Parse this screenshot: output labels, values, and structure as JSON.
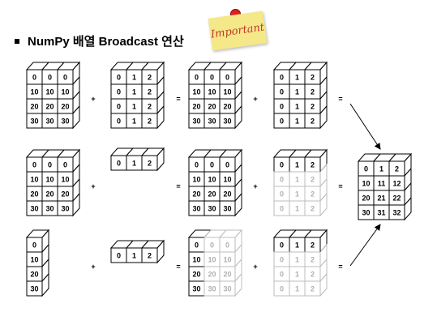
{
  "title": "NumPy 배열 Broadcast 연산",
  "sticky_note": {
    "text": "Important",
    "color": "#f4e889",
    "text_color": "#c0392b",
    "pin_color": "#e02020"
  },
  "ops": {
    "plus": "+",
    "equals": "="
  },
  "rows": [
    {
      "a": [
        [
          "0",
          "0",
          "0"
        ],
        [
          "10",
          "10",
          "10"
        ],
        [
          "20",
          "20",
          "20"
        ],
        [
          "30",
          "30",
          "30"
        ]
      ],
      "b": [
        [
          "0",
          "1",
          "2"
        ],
        [
          "0",
          "1",
          "2"
        ],
        [
          "0",
          "1",
          "2"
        ],
        [
          "0",
          "1",
          "2"
        ]
      ],
      "a_ext": [
        [
          "0",
          "0",
          "0"
        ],
        [
          "10",
          "10",
          "10"
        ],
        [
          "20",
          "20",
          "20"
        ],
        [
          "30",
          "30",
          "30"
        ]
      ],
      "b_ext": [
        [
          "0",
          "1",
          "2"
        ],
        [
          "0",
          "1",
          "2"
        ],
        [
          "0",
          "1",
          "2"
        ],
        [
          "0",
          "1",
          "2"
        ]
      ]
    },
    {
      "a": [
        [
          "0",
          "0",
          "0"
        ],
        [
          "10",
          "10",
          "10"
        ],
        [
          "20",
          "20",
          "20"
        ],
        [
          "30",
          "30",
          "30"
        ]
      ],
      "b": [
        [
          "0",
          "1",
          "2"
        ]
      ],
      "a_ext": [
        [
          "0",
          "0",
          "0"
        ],
        [
          "10",
          "10",
          "10"
        ],
        [
          "20",
          "20",
          "20"
        ],
        [
          "30",
          "30",
          "30"
        ]
      ],
      "b_ext": [
        [
          "0",
          "1",
          "2"
        ],
        [
          "0",
          "1",
          "2"
        ],
        [
          "0",
          "1",
          "2"
        ],
        [
          "0",
          "1",
          "2"
        ]
      ]
    },
    {
      "a": [
        [
          "0"
        ],
        [
          "10"
        ],
        [
          "20"
        ],
        [
          "30"
        ]
      ],
      "b": [
        [
          "0",
          "1",
          "2"
        ]
      ],
      "a_ext": [
        [
          "0",
          "0",
          "0"
        ],
        [
          "10",
          "10",
          "10"
        ],
        [
          "20",
          "20",
          "20"
        ],
        [
          "30",
          "30",
          "30"
        ]
      ],
      "b_ext": [
        [
          "0",
          "1",
          "2"
        ],
        [
          "0",
          "1",
          "2"
        ],
        [
          "0",
          "1",
          "2"
        ],
        [
          "0",
          "1",
          "2"
        ]
      ]
    }
  ],
  "result": [
    [
      "0",
      "1",
      "2"
    ],
    [
      "10",
      "11",
      "12"
    ],
    [
      "20",
      "21",
      "22"
    ],
    [
      "30",
      "31",
      "32"
    ]
  ]
}
